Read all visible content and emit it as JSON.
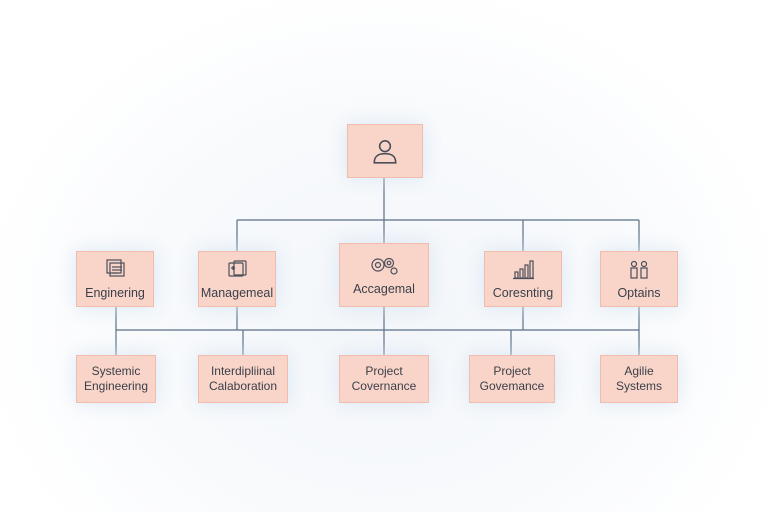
{
  "diagram": {
    "root": {
      "icon": "user-icon"
    },
    "level1": [
      {
        "label": "Enginering",
        "icon": "document-stack-icon"
      },
      {
        "label": "Managemeal",
        "icon": "folder-icon"
      },
      {
        "label": "Accagemal",
        "icon": "gears-icon"
      },
      {
        "label": "Coresnting",
        "icon": "bar-chart-icon"
      },
      {
        "label": "Optains",
        "icon": "people-icon"
      }
    ],
    "level2": [
      {
        "label": "Systemic\nEngineering"
      },
      {
        "label": "Interdipliinal\nCalaboration"
      },
      {
        "label": "Project\nCovernance"
      },
      {
        "label": "Project\nGovemance"
      },
      {
        "label": "Agilie\nSystems"
      }
    ],
    "colors": {
      "node_fill": "#f9d5c9",
      "node_border": "#f1bcae",
      "connector": "#5a6f86",
      "text": "#3a3f4a"
    }
  }
}
